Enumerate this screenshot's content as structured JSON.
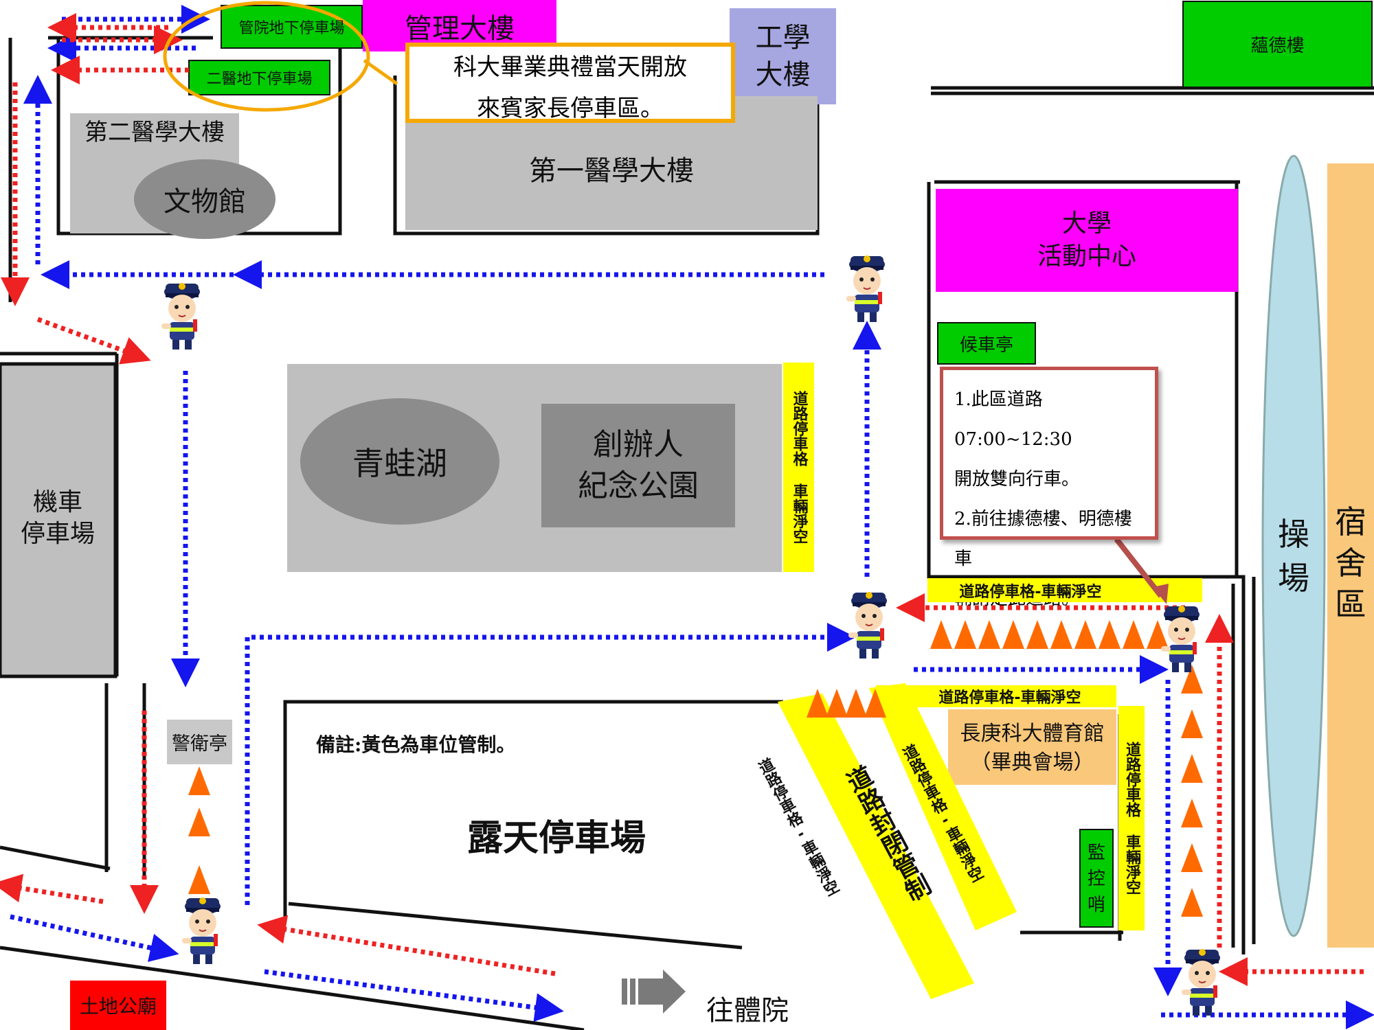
{
  "colors": {
    "building_gray": "#bfbfbf",
    "building_dark": "#999999",
    "magenta": "#ff00ff",
    "green": "#00cc00",
    "lavender": "#a6a6e0",
    "sky": "#b7dde8",
    "peach": "#fac87a",
    "yellow": "#ffff00",
    "red_arrow": "#ee2222",
    "blue_arrow": "#1515ee",
    "cone": "#ff6a00",
    "callout_border": "#f5a800",
    "note_border": "#c0504d",
    "temple": "#ff0000"
  },
  "buildings": {
    "mgmt_parking": "管院地下停車場",
    "second_med_parking": "二醫地下停車場",
    "management_building": "管理大樓",
    "engineering_building": "工學\n大樓",
    "yunde_building": "蘊德樓",
    "second_medical_building": "第二醫學大樓",
    "museum": "文物館",
    "first_medical_building": "第一醫學大樓",
    "student_center": "大學\n活動中心",
    "waiting_pavilion": "候車亭",
    "frog_lake": "青蛙湖",
    "founder_park": "創辦人\n紀念公園",
    "scooter_parking": "機車\n停車場",
    "guard_booth": "警衛亭",
    "open_parking": "露天停車場",
    "gymnasium": "長庚科大體育館\n（畢典會場）",
    "monitor_post": "監\n控\n哨",
    "playground": "操\n場",
    "dormitory": "宿\n舍\n區",
    "land_temple": "土地公廟"
  },
  "callout": {
    "line1": "科大畢業典禮當天開放",
    "line2": "來賓家長停車區。"
  },
  "road_note": {
    "line1": "1.此區道路07:00~12:30",
    "line2": "開放雙向行車。",
    "line3": "2.前往據德樓、明德樓車",
    "line4": "輛請走此道路。"
  },
  "yellow_labels": {
    "vertical_center": "道路停車格 車輛淨空",
    "top_right": "道路停車格-車輛淨空",
    "gym_top": "道路停車格-車輛淨空",
    "gym_right": "道路停車格 車輛淨空",
    "diag_left": "道路停車格-車輛淨空",
    "diag_middle": "道路封閉管制",
    "diag_right": "道路停車格-車輛淨空"
  },
  "remark": "備註:黃色為車位管制。",
  "to_gym": "往體院",
  "icons": [
    "police-officer-icon",
    "traffic-cone-icon",
    "direction-arrow-icon"
  ]
}
